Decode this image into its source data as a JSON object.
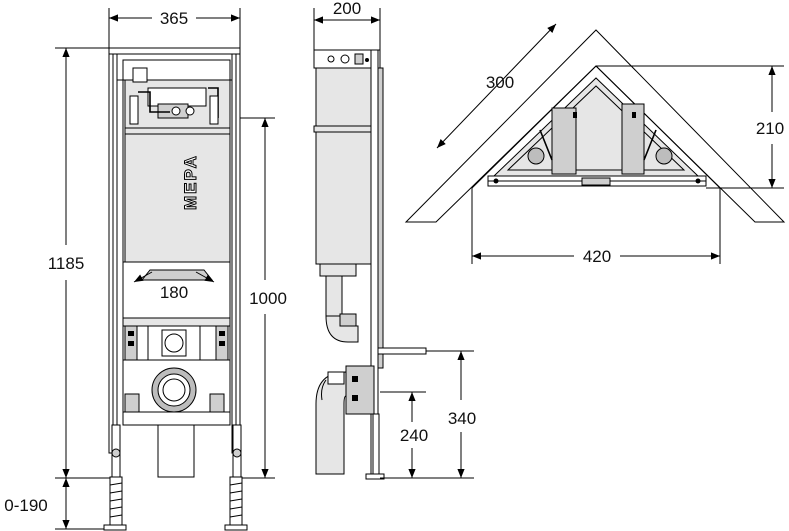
{
  "logo_text": "MEPA",
  "dimensions": {
    "front_width": "365",
    "front_height": "1185",
    "front_inner_height": "1000",
    "outlet_width": "180",
    "foot_adjust": "0-190",
    "side_depth": "200",
    "side_height_high": "340",
    "side_height_low": "240",
    "corner_depth": "300",
    "corner_height": "210",
    "corner_width": "420"
  }
}
